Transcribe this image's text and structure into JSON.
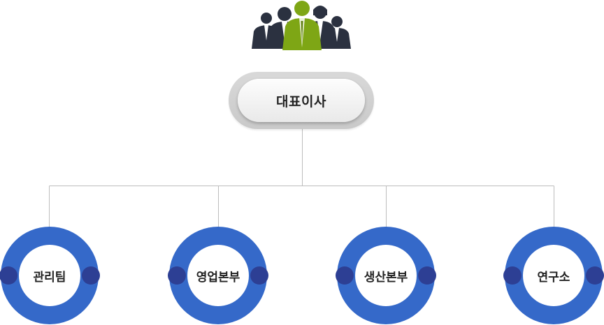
{
  "ceo": {
    "label": "대표이사"
  },
  "departments": [
    {
      "label": "관리팀"
    },
    {
      "label": "영업본부"
    },
    {
      "label": "생산본부"
    },
    {
      "label": "연구소"
    }
  ],
  "colors": {
    "ring": "#3569c9",
    "ring_dot": "#2d3f94",
    "connector": "#bdbdbd",
    "leader": "#7ea615",
    "people": "#2b3140"
  },
  "icons": [
    "team-people-icon"
  ]
}
